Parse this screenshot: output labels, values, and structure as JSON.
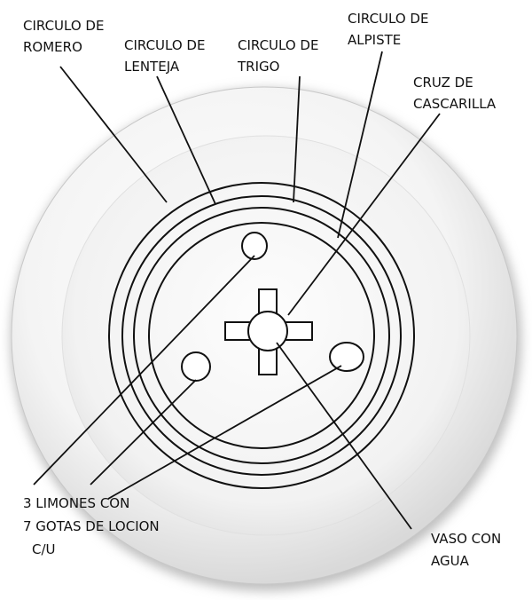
{
  "labels": {
    "romero": [
      "CIRCULO DE",
      "ROMERO"
    ],
    "lenteja": [
      "CIRCULO DE",
      "LENTEJA"
    ],
    "trigo": [
      "CIRCULO DE",
      "TRIGO"
    ],
    "alpiste": [
      "CIRCULO DE",
      "ALPISTE"
    ],
    "cascarilla": [
      "CRUZ DE",
      "CASCARILLA"
    ],
    "limones": [
      "3 LIMONES CON",
      "7 GOTAS DE LOCION",
      "C/U"
    ],
    "vaso": [
      "VASO CON",
      "AGUA"
    ]
  }
}
